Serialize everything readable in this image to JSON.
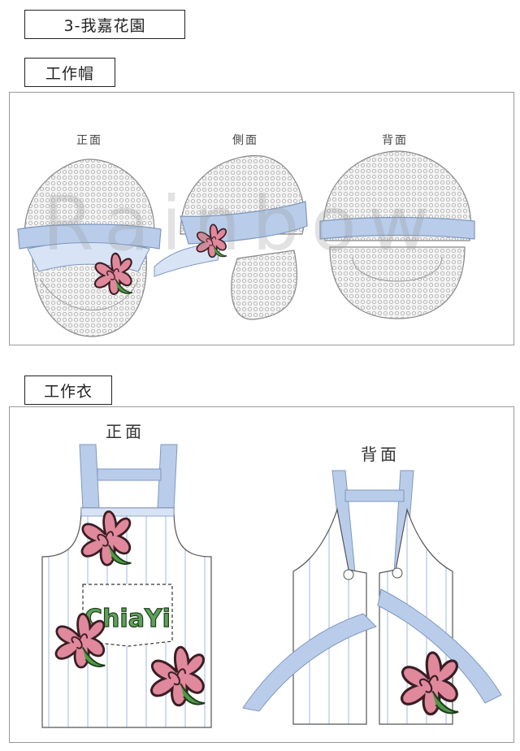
{
  "header": {
    "title": "3-我嘉花園"
  },
  "hat_section": {
    "label": "工作帽",
    "views": {
      "front": "正面",
      "side": "側面",
      "back": "背面"
    }
  },
  "apron_section": {
    "label": "工作衣",
    "views": {
      "front": "正面",
      "back": "背面"
    },
    "pocket_text": "ChiaYi"
  },
  "watermark": {
    "text": "Rainbow"
  },
  "colors": {
    "band": "#b9cdea",
    "band_stroke": "#7f97bf",
    "flower": "#e0889c",
    "flower_stroke": "#3a1e24",
    "leaf": "#4f9a46",
    "mesh": "#c9c9c9",
    "stripe": "#a9c2e6"
  }
}
